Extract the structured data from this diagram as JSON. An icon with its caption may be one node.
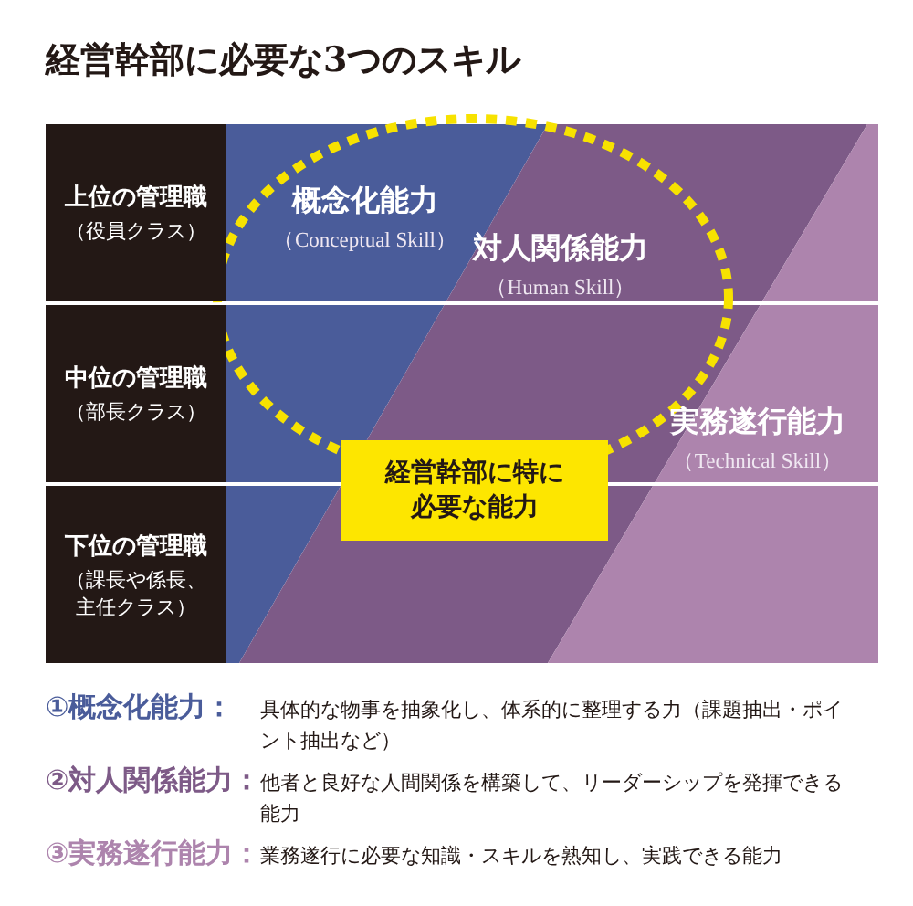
{
  "diagram": {
    "title": "経営幹部に必要な3つのスキル",
    "nodes": [
      {
        "text": [
          "上位の管理職",
          "（役員クラス）"
        ]
      },
      {
        "text": [
          "中位の管理職",
          "（部長クラス）"
        ]
      },
      {
        "text": [
          "下位の管理職",
          "（課長や係長、主任クラス）"
        ]
      },
      {
        "text": [
          "概念化能力",
          "（Conceptual Skill）"
        ]
      },
      {
        "text": [
          "対人関係能力",
          "（Human Skill）"
        ]
      },
      {
        "text": [
          "実務遂行能力",
          "（Technical Skill）"
        ]
      },
      {
        "text": [
          "経営幹部に特に必要な能力"
        ]
      }
    ],
    "labels": [
      "①概念化能力：",
      "具体的な物事を抽象化し、体系的に整理する力（課題抽出・ポイント抽出など）",
      "②対人関係能力：",
      "他者と良好な人間関係を構築して、リーダーシップを発揮できる能力",
      "③実務遂行能力：",
      "業務遂行に必要な知識・スキルを熟知し、実践できる能力"
    ]
  }
}
